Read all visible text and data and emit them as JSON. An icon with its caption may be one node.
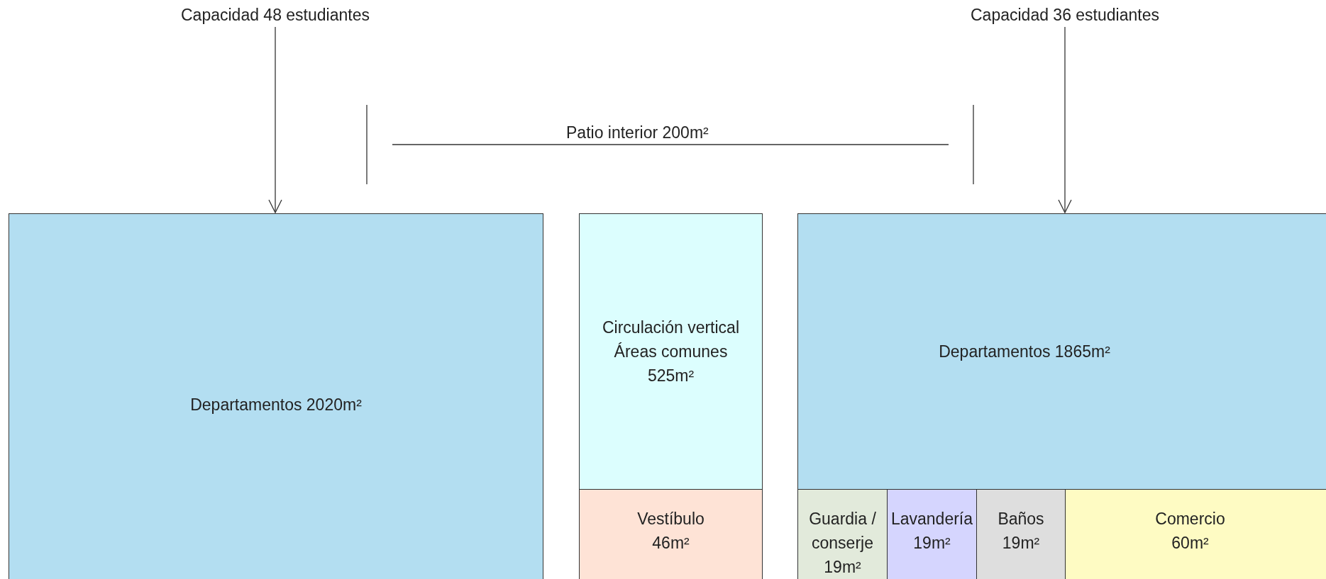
{
  "diagram": {
    "nodes": [
      {
        "text": [
          "Capacidad 48 estudiantes"
        ]
      },
      {
        "text": [
          "Capacidad 36 estudiantes"
        ]
      },
      {
        "text": [
          "Departamentos 2020m²"
        ]
      },
      {
        "text": [
          "Circulación vertical Áreas comunes 525m²"
        ]
      },
      {
        "text": [
          "Vestíbulo 46m²"
        ]
      },
      {
        "text": [
          "Departamentos 1865m²"
        ]
      },
      {
        "text": [
          "Guardia / conserje 19m²"
        ]
      },
      {
        "text": [
          "Lavandería 19m²"
        ]
      },
      {
        "text": [
          "Baños 19m²"
        ]
      },
      {
        "text": [
          "Comercio 60m²"
        ]
      }
    ],
    "edges": [
      {
        "from": 0,
        "to": 2,
        "arrow": "to"
      },
      {
        "from": 1,
        "to": 5,
        "arrow": "to"
      }
    ],
    "labels": [
      "Patio interior 200m²"
    ]
  }
}
